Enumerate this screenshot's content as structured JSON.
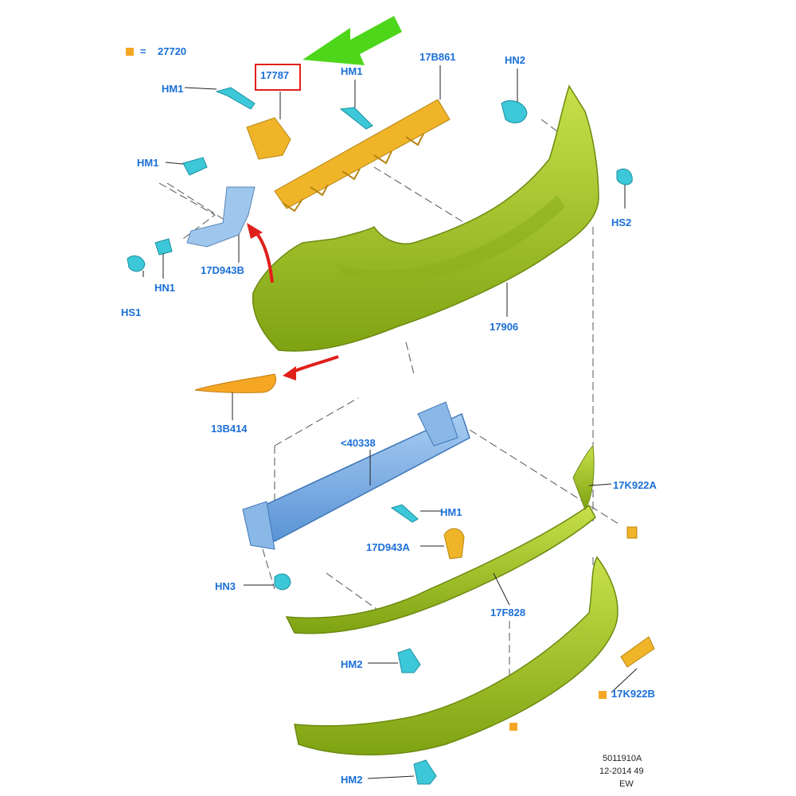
{
  "legend": {
    "marker_color": "#f5a623",
    "equals": "=",
    "value": "27720"
  },
  "highlighted_part": "17787",
  "labels": {
    "hm1_a": "HM1",
    "hm1_b": "HM1",
    "hm1_c": "HM1",
    "hm1_d": "HM1",
    "hn2": "HN2",
    "hs2": "HS2",
    "p17b861": "17B861",
    "p17d943b": "17D943B",
    "hn1": "HN1",
    "hs1": "HS1",
    "p17906": "17906",
    "p13b414": "13B414",
    "p40338": "<40338",
    "p17k922a": "17K922A",
    "p17d943a": "17D943A",
    "hn3": "HN3",
    "p17f828": "17F828",
    "hm2_a": "HM2",
    "hm2_b": "HM2",
    "p17k922b": "17K922B"
  },
  "footer": {
    "line1": "5011910A",
    "line2": "12-2014 49",
    "line3": "EW"
  },
  "colors": {
    "label_blue": "#1a6fd8",
    "bumper_green": "#a4c620",
    "bracket_orange": "#f0b429",
    "fastener_cyan": "#3cc8d8",
    "reinforcement_blue": "#7fb2e8",
    "arrow_green": "#4ed61a",
    "arrow_red": "#e0201b"
  }
}
